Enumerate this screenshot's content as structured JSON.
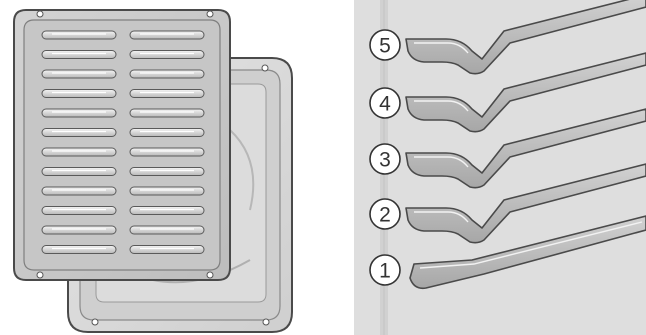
{
  "figures": {
    "broil_pan": {
      "slot_count_per_column": 12,
      "columns": 2
    },
    "rack_positions": {
      "labels": [
        "5",
        "4",
        "3",
        "2",
        "1"
      ]
    }
  },
  "colors": {
    "grid_face": "#c8c8c8",
    "grid_edge": "#555555",
    "pan_face": "#d6d6d6",
    "rack_panel": "#dcdcdc",
    "rail": "#b9b9b9",
    "outline": "#444444"
  }
}
